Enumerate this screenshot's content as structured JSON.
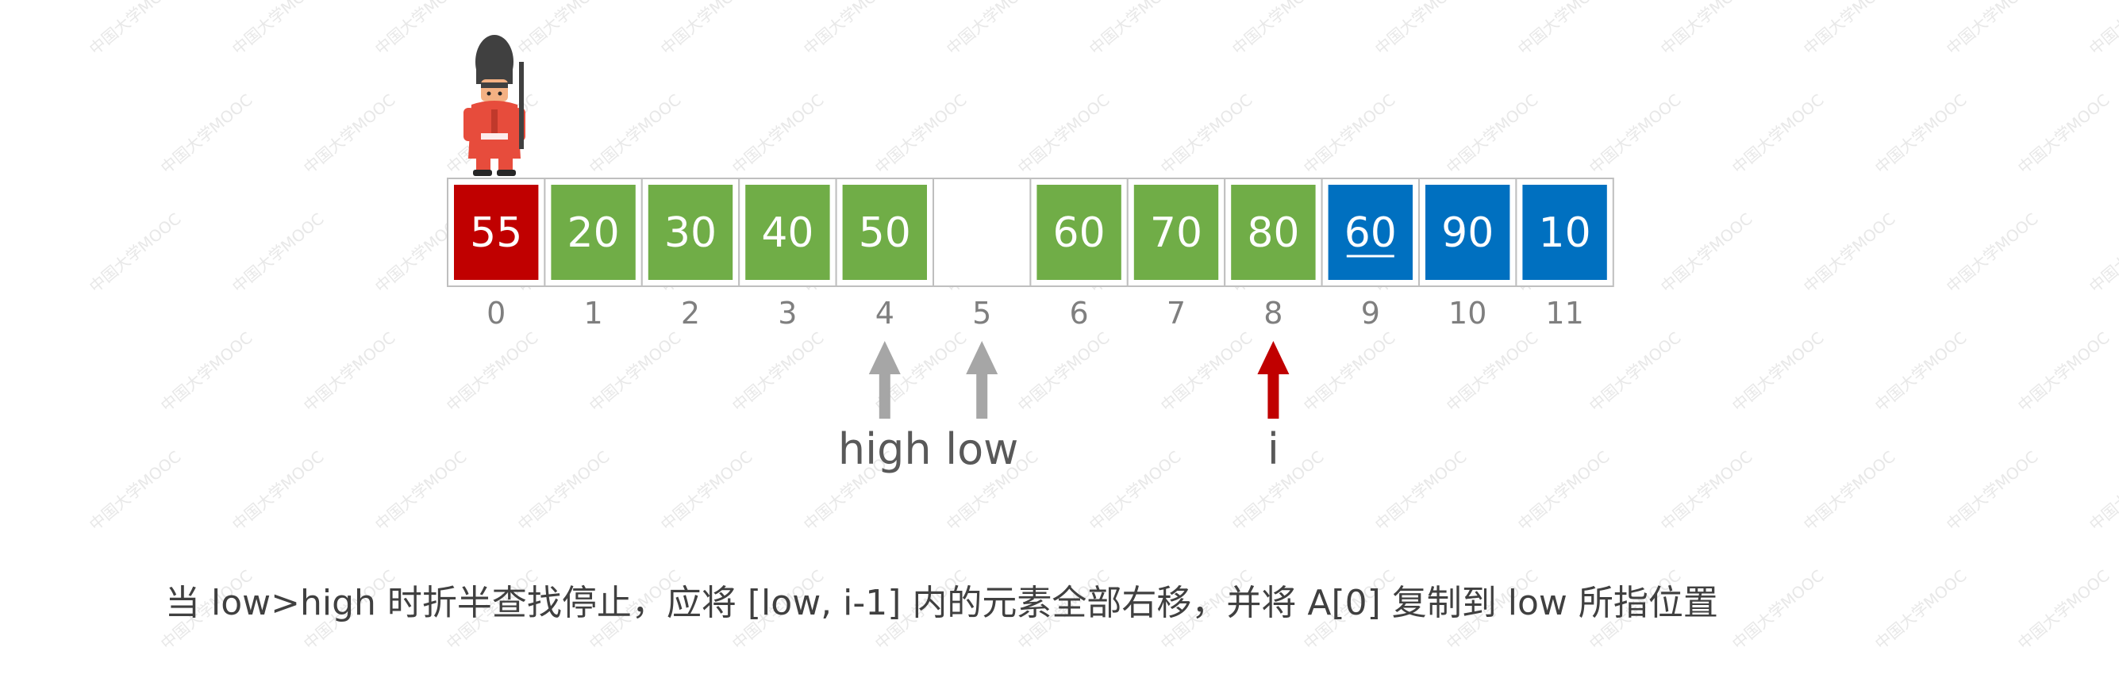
{
  "diagram": {
    "type": "array-binary-insertion-sort-step",
    "cells": [
      {
        "index": "0",
        "value": "55",
        "color": "red"
      },
      {
        "index": "1",
        "value": "20",
        "color": "green"
      },
      {
        "index": "2",
        "value": "30",
        "color": "green"
      },
      {
        "index": "3",
        "value": "40",
        "color": "green"
      },
      {
        "index": "4",
        "value": "50",
        "color": "green"
      },
      {
        "index": "5",
        "value": "",
        "color": "empty"
      },
      {
        "index": "6",
        "value": "60",
        "color": "green"
      },
      {
        "index": "7",
        "value": "70",
        "color": "green"
      },
      {
        "index": "8",
        "value": "80",
        "color": "green"
      },
      {
        "index": "9",
        "value": "60",
        "color": "blue",
        "underline": true
      },
      {
        "index": "10",
        "value": "90",
        "color": "blue"
      },
      {
        "index": "11",
        "value": "10",
        "color": "blue"
      }
    ],
    "pointers": [
      {
        "label": "high",
        "at_index": "4",
        "color": "gray"
      },
      {
        "label": "low",
        "at_index": "5",
        "color": "gray"
      },
      {
        "label": "i",
        "at_index": "8",
        "color": "red"
      }
    ],
    "sentinel_icon": "guard-icon",
    "sentinel_at_index": "0"
  },
  "caption": "当 low>high 时折半查找停止，应将 [low, i-1] 内的元素全部右移，并将 A[0] 复制到 low 所指位置",
  "watermark_text": "中国大学MOOC",
  "colors": {
    "red": "#c00000",
    "green": "#70ad47",
    "blue": "#0070c0",
    "gray_arrow": "#a6a6a6",
    "red_arrow": "#c00000",
    "index_text": "#7f7f7f",
    "pointer_text": "#595959",
    "caption_text": "#404040",
    "cell_border": "#bfbfbf"
  }
}
